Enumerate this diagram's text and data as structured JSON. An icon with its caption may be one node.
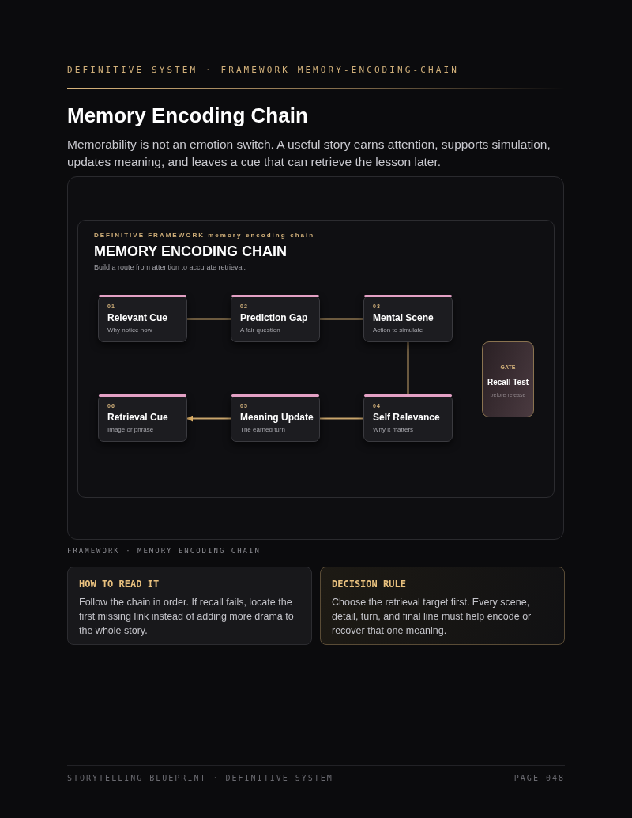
{
  "diagram": {
    "title": "Memory Encoding Chain",
    "nodes": [
      {
        "text": [
          "DEFINITIVE FRAMEWORK memory-encoding-chain",
          "MEMORY ENCODING CHAIN",
          "Build a route from attention to accurate retrieval."
        ]
      },
      {
        "text": [
          "01",
          "Relevant Cue",
          "Why notice now"
        ],
        "in": 0
      },
      {
        "text": [
          "02",
          "Prediction Gap",
          "A fair question"
        ],
        "in": 0
      },
      {
        "text": [
          "03",
          "Mental Scene",
          "Action to simulate"
        ],
        "in": 0
      },
      {
        "text": [
          "04",
          "Self Relevance",
          "Why it matters"
        ],
        "in": 0
      },
      {
        "text": [
          "05",
          "Meaning Update",
          "The earned turn"
        ],
        "in": 0
      },
      {
        "text": [
          "06",
          "Retrieval Cue",
          "Image or phrase"
        ],
        "in": 0
      },
      {
        "text": [
          "GATE",
          "Recall Test",
          "before release"
        ],
        "in": 0
      },
      {
        "text": [
          "HOW TO READ IT",
          "Follow the chain in order. If recall fails, locate the first missing link instead of adding more drama to the whole story."
        ]
      },
      {
        "text": [
          "DECISION RULE",
          "Choose the retrieval target first. Every scene, detail, turn, and final line must help encode or recover that one meaning."
        ]
      }
    ],
    "edges": [
      {
        "from": 1,
        "to": 2,
        "arrow": "none"
      },
      {
        "from": 2,
        "to": 3,
        "arrow": "none"
      },
      {
        "from": 3,
        "to": 4,
        "arrow": "none"
      },
      {
        "from": 4,
        "to": 5,
        "arrow": "none"
      },
      {
        "from": 5,
        "to": 6,
        "arrow": "to"
      }
    ],
    "labels": [
      "DEFINITIVE SYSTEM · FRAMEWORK MEMORY-ENCODING-CHAIN",
      "Memorability is not an emotion switch. A useful story earns attention, supports simulation, updates meaning, and leaves a cue that can retrieve the lesson later.",
      "FRAMEWORK · MEMORY ENCODING CHAIN",
      "STORYTELLING BLUEPRINT · DEFINITIVE SYSTEM",
      "PAGE 048"
    ]
  }
}
